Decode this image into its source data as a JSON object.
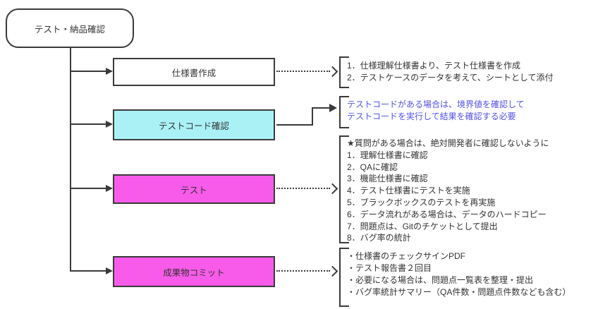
{
  "colors": {
    "line": "#3a3a3a",
    "step_white": "#ffffff",
    "step_cyan": "#aaf1f6",
    "step_magenta": "#f85be9",
    "text": "#333333",
    "blue_text": "#5252e8"
  },
  "diagram": {
    "start": {
      "label": "テスト・納品確認"
    },
    "steps": [
      {
        "label": "仕様書作成",
        "fill": "#ffffff"
      },
      {
        "label": "テストコード確認",
        "fill": "#aaf1f6"
      },
      {
        "label": "テスト",
        "fill": "#f85be9"
      },
      {
        "label": "成果物コミット",
        "fill": "#f85be9"
      }
    ],
    "annotations": [
      {
        "text_color": "#333333",
        "lines": [
          "1．仕様理解仕様書より、テスト仕様書を作成",
          "2．テストケースのデータを考えて、シートとして添付"
        ]
      },
      {
        "text_color": "#5252e8",
        "lines": [
          "テストコードがある場合は、境界値を確認して",
          "テストコードを実行して結果を確認する必要"
        ]
      },
      {
        "text_color": "#333333",
        "lines": [
          "★質問がある場合は、絶対開発者に確認しないように",
          "1．理解仕様書に確認",
          "2．QAに確認",
          "3．機能仕様書に確認",
          "4．テスト仕様書にテストを実施",
          "5．ブラックボックスのテストを再実施",
          "6．データ流れがある場合は、データのハードコピー",
          "7．問題点は、Gitのチケットとして提出",
          "8．バグ率の統計"
        ]
      },
      {
        "text_color": "#333333",
        "lines": [
          "・仕様書のチェックサインPDF",
          "・テスト報告書２回目",
          "・必要になる場合は、問題点一覧表を整理・提出",
          "・バグ率統計サマリー（QA件数・問題点件数なども含む）"
        ]
      }
    ]
  }
}
